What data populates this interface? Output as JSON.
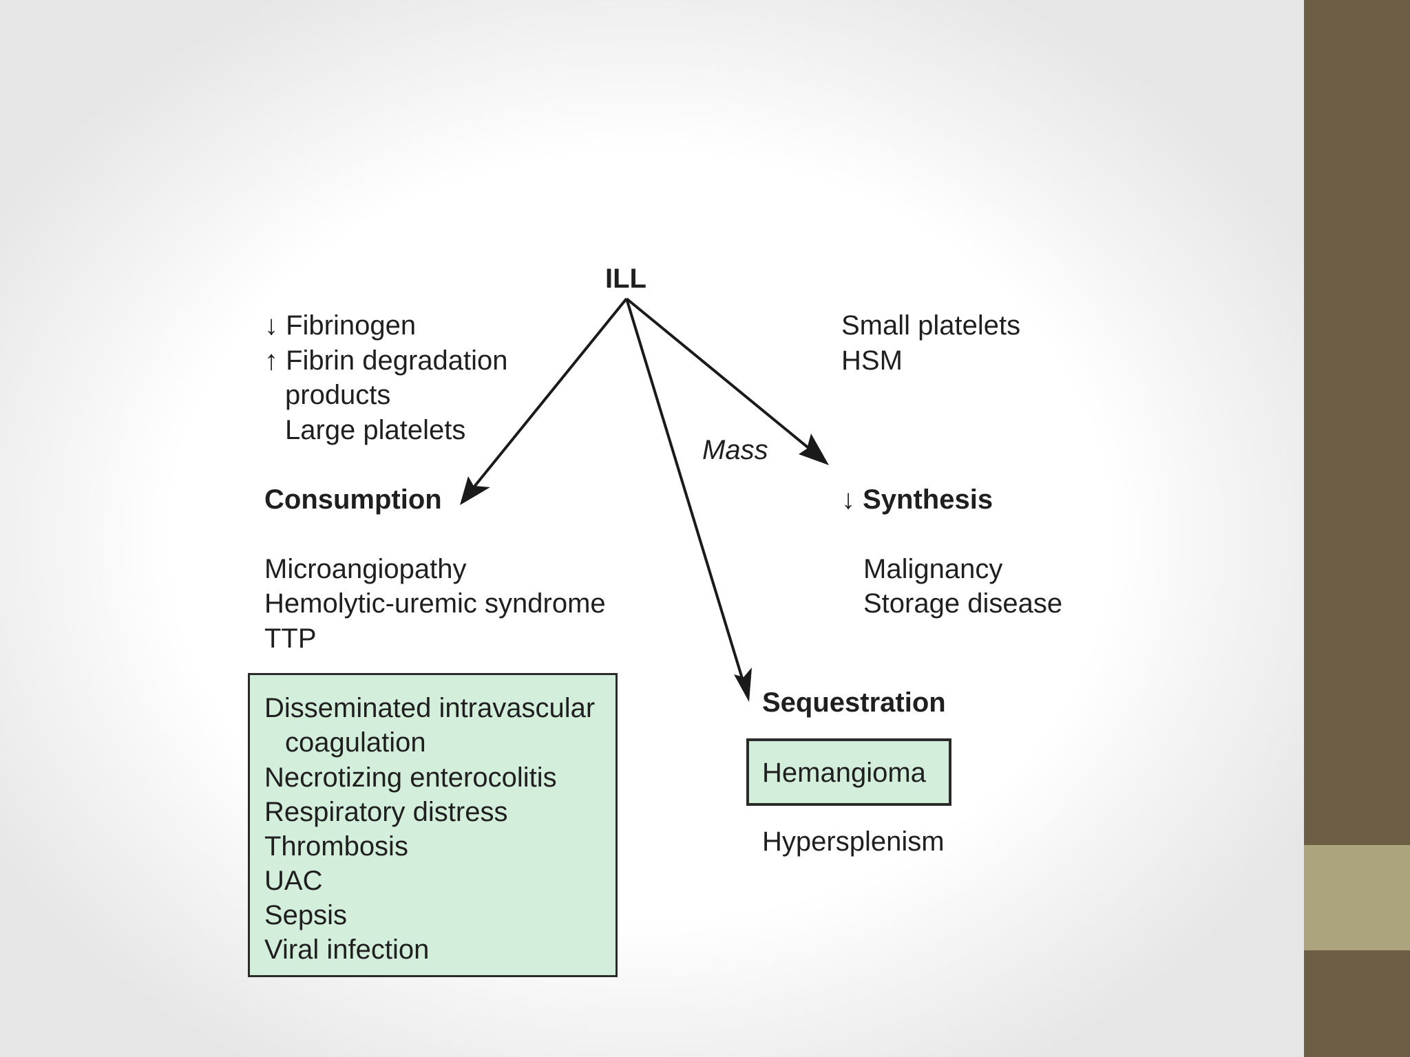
{
  "root": "ILL",
  "consumption": {
    "findings": [
      "↓ Fibrinogen",
      "↑ Fibrin degradation",
      "products",
      "Large platelets"
    ],
    "title": "Consumption",
    "causes": [
      "Microangiopathy",
      "Hemolytic-uremic syndrome",
      "TTP"
    ],
    "boxed": [
      "Disseminated intravascular",
      "coagulation",
      "Necrotizing enterocolitis",
      "Respiratory distress",
      "Thrombosis",
      "UAC",
      "Sepsis",
      "Viral infection"
    ]
  },
  "synthesis": {
    "findings": [
      "Small platelets",
      "HSM"
    ],
    "edge_label": "Mass",
    "title": "↓ Synthesis",
    "causes": [
      "Malignancy",
      "Storage disease"
    ]
  },
  "sequestration": {
    "title": "Sequestration",
    "boxed": "Hemangioma",
    "other": "Hypersplenism"
  },
  "colors": {
    "box_fill": "#d3eedb",
    "side_bar": "#6b5e45",
    "side_accent": "#aca47c"
  }
}
